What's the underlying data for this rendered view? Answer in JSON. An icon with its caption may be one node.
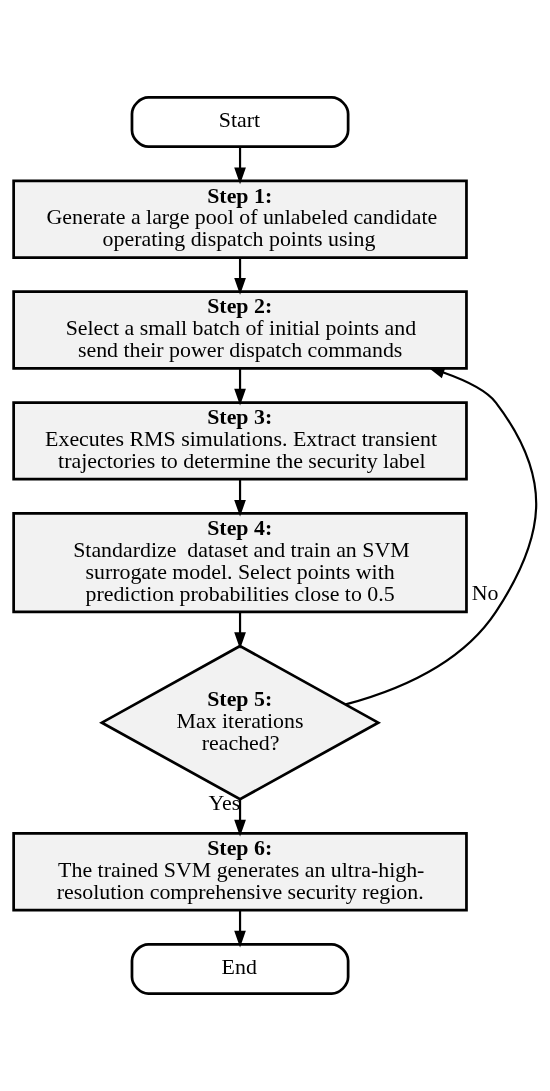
{
  "diagram": {
    "nodes": [
      {
        "text": [
          "Start"
        ]
      },
      {
        "text": [
          "Step 1:",
          "Generate a large pool of unlabeled candidate operating dispatch points using"
        ]
      },
      {
        "text": [
          "Step 2:",
          "Select a small batch of initial points and send their power dispatch commands"
        ]
      },
      {
        "text": [
          "Step 3:",
          "Executes RMS simulations. Extract transient trajectories to determine the security label"
        ]
      },
      {
        "text": [
          "Step 4:",
          "Standardize  dataset and train an SVM surrogate model. Select points with prediction probabilities close to 0.5"
        ]
      },
      {
        "text": [
          "Step 5:",
          "Max iterations reached?"
        ]
      },
      {
        "text": [
          "Step 6:",
          "The trained SVM generates an ultra-high-resolution comprehensive security region."
        ]
      },
      {
        "text": [
          "End"
        ]
      }
    ],
    "edges": [
      {
        "from": 0,
        "to": 1,
        "arrow": "to"
      },
      {
        "from": 1,
        "to": 2,
        "arrow": "to"
      },
      {
        "from": 2,
        "to": 3,
        "arrow": "to"
      },
      {
        "from": 3,
        "to": 4,
        "arrow": "to"
      },
      {
        "from": 4,
        "to": 5,
        "arrow": "to"
      },
      {
        "from": 5,
        "to": 2,
        "arrow": "to",
        "label": "No"
      },
      {
        "from": 5,
        "to": 6,
        "arrow": "to",
        "label": "Yes"
      },
      {
        "from": 6,
        "to": 7,
        "arrow": "to"
      }
    ]
  }
}
